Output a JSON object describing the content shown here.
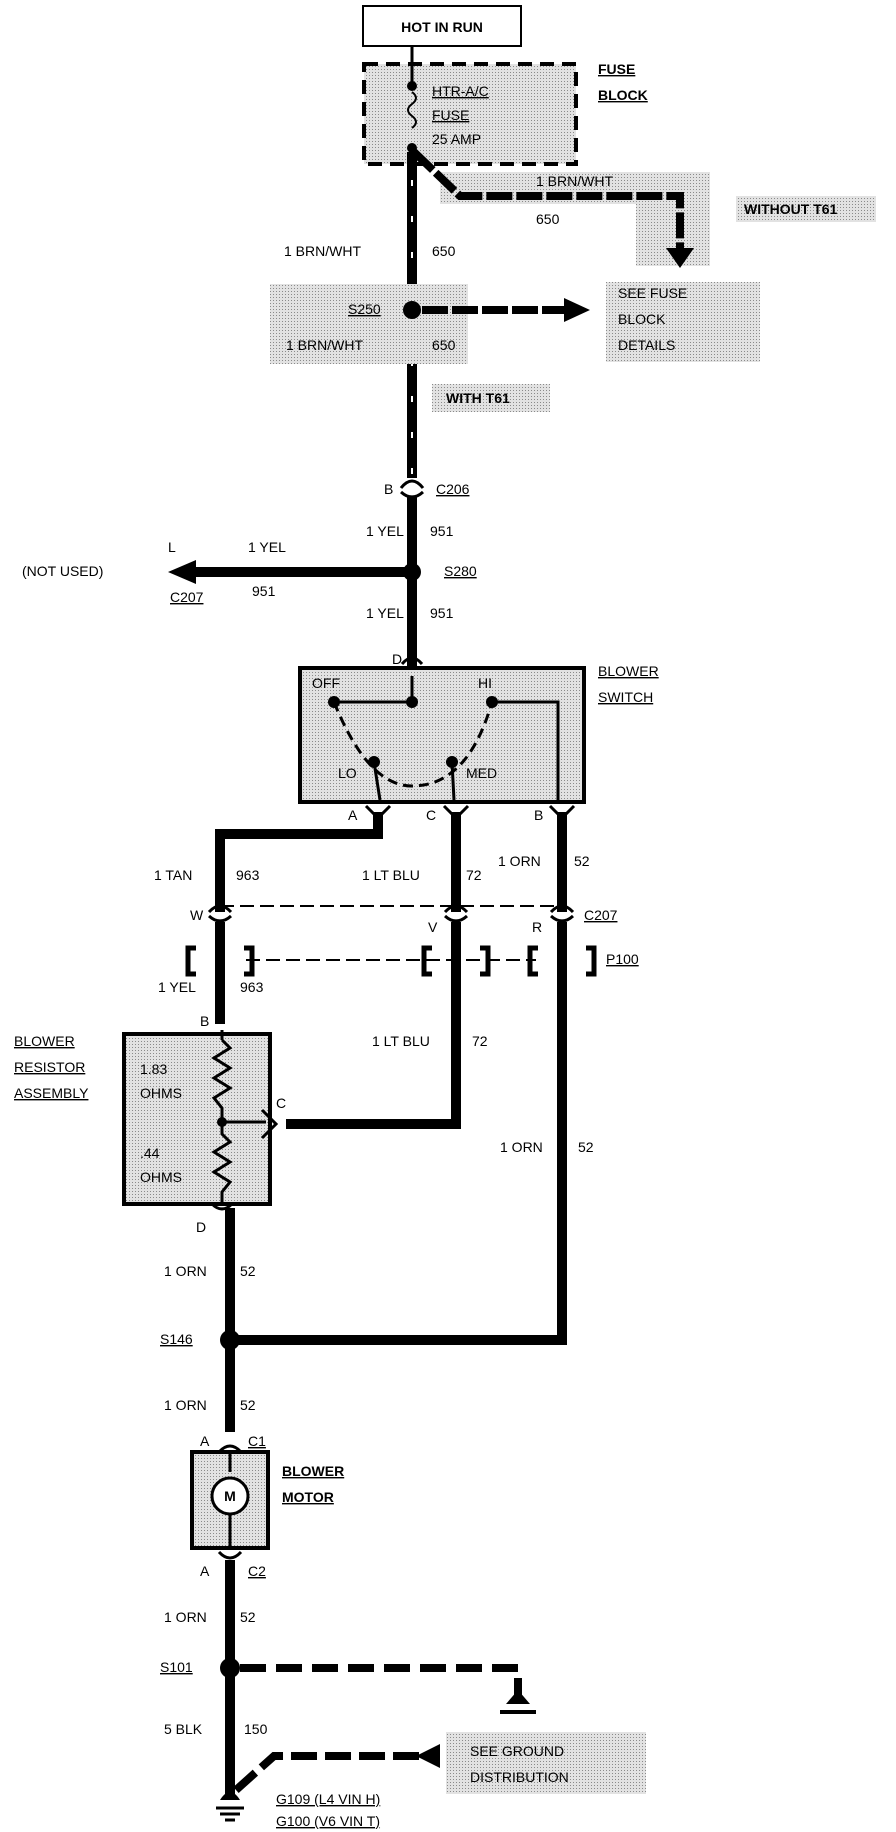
{
  "hot_in_run": "HOT IN RUN",
  "fuse_block": {
    "line1": "FUSE",
    "line2": "BLOCK"
  },
  "fuse": {
    "line1": "HTR-A/C",
    "line2": "FUSE",
    "line3": "25 AMP"
  },
  "wire_brn_wht": "1 BRN/WHT",
  "circuit_650": "650",
  "without_t61": "WITHOUT T61",
  "with_t61": "WITH T61",
  "s250": "S250",
  "see_fuse_block": {
    "line1": "SEE FUSE",
    "line2": "BLOCK",
    "line3": "DETAILS"
  },
  "pin_b": "B",
  "c206": "C206",
  "wire_yel": "1 YEL",
  "circuit_951": "951",
  "pin_l": "L",
  "not_used": "(NOT USED)",
  "c207": "C207",
  "s280": "S280",
  "pin_d": "D",
  "blower_switch": {
    "line1": "BLOWER",
    "line2": "SWITCH"
  },
  "switch_positions": {
    "off": "OFF",
    "hi": "HI",
    "lo": "LO",
    "med": "MED"
  },
  "pin_a": "A",
  "pin_c": "C",
  "wire_tan": "1 TAN",
  "circuit_963": "963",
  "wire_lt_blu": "1 LT BLU",
  "circuit_72": "72",
  "wire_orn": "1 ORN",
  "circuit_52": "52",
  "pin_w": "W",
  "pin_v": "V",
  "pin_r": "R",
  "p100": "P100",
  "blower_resistor": {
    "line1": "BLOWER",
    "line2": "RESISTOR",
    "line3": "ASSEMBLY"
  },
  "res1": {
    "value": "1.83",
    "unit": "OHMS"
  },
  "res2": {
    "value": ".44",
    "unit": "OHMS"
  },
  "s146": "S146",
  "c1": "C1",
  "c2": "C2",
  "blower_motor": {
    "line1": "BLOWER",
    "line2": "MOTOR"
  },
  "motor_symbol": "M",
  "s101": "S101",
  "wire_blk": "5 BLK",
  "circuit_150": "150",
  "see_ground": {
    "line1": "SEE GROUND",
    "line2": "DISTRIBUTION"
  },
  "g109": "G109 (L4 VIN H)",
  "g100": "G100 (V6 VIN T)",
  "icons": [
    "ground-icon",
    "arrow-icon",
    "splice-icon",
    "connector-icon",
    "motor-icon",
    "resistor-icon",
    "fuse-icon"
  ],
  "colors": {
    "wire": "#000000",
    "shade": "#d4d4d4"
  }
}
